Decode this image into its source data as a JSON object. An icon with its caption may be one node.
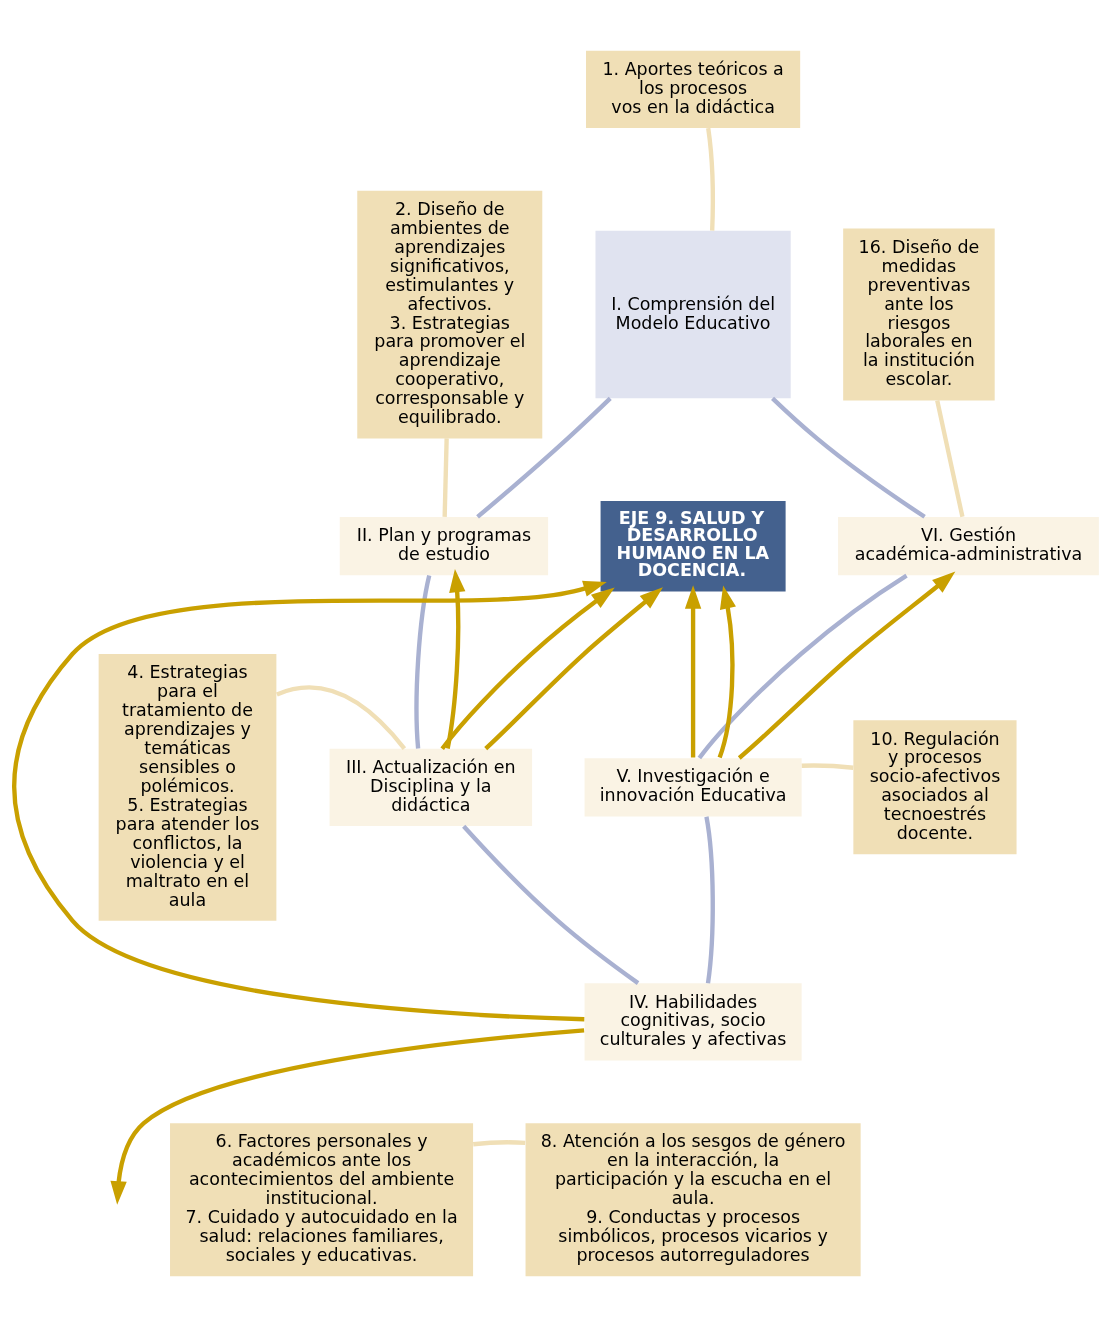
{
  "diagram": {
    "nodes": [
      {
        "text": [
          "1. Aportes teóricos a los procesos",
          "vos en la didáctica"
        ]
      },
      {
        "text": [
          "I. Comprensión del Modelo Educativo"
        ]
      },
      {
        "text": [
          "2. Diseño de ambientes de aprendizajes significativos, estimulantes y afectivos.",
          "3. Estrategias para promover el aprendizaje cooperativo, corresponsable y equilibrado."
        ]
      },
      {
        "text": [
          "II. Plan y programas de estudio"
        ]
      },
      {
        "text": [
          "16. Diseño de medidas preventivas ante los riesgos laborales en la institución escolar."
        ]
      },
      {
        "text": [
          "VI. Gestión académica-administrativa"
        ]
      },
      {
        "text": [
          "EJE 9. SALUD Y DESARROLLO HUMANO EN LA DOCENCIA."
        ]
      },
      {
        "text": [
          "4. Estrategias para el tratamiento de aprendizajes y temáticas sensibles o polémicos.",
          "5. Estrategias para atender los conflictos, la violencia y el maltrato en el aula"
        ]
      },
      {
        "text": [
          "III. Actualización en Disciplina y la didáctica"
        ]
      },
      {
        "text": [
          "V. Investigación e innovación Educativa"
        ]
      },
      {
        "text": [
          "10. Regulación y procesos socio-afectivos asociados al tecnoestrés docente."
        ]
      },
      {
        "text": [
          "IV. Habilidades cognitivas, socio culturales y afectivas"
        ]
      },
      {
        "text": [
          "6. Factores personales y académicos ante los acontecimientos del ambiente institucional.",
          "7. Cuidado y autocuidado en la salud: relaciones familiares, sociales y educativas."
        ]
      },
      {
        "text": [
          "8. Atención a los sesgos de género en la interacción, la participación y la escucha en el aula.",
          "9. Conductas y procesos simbólicos, procesos vicarios y procesos autorreguladores"
        ]
      }
    ],
    "edges": [
      {
        "from": 0,
        "to": 1,
        "arrow": "none",
        "color": "#f0dfb6"
      },
      {
        "from": 2,
        "to": 3,
        "arrow": "none",
        "color": "#f0dfb6"
      },
      {
        "from": 4,
        "to": 5,
        "arrow": "none",
        "color": "#f0dfb6"
      },
      {
        "from": 7,
        "to": 8,
        "arrow": "none",
        "color": "#f0dfb6"
      },
      {
        "from": 9,
        "to": 10,
        "arrow": "none",
        "color": "#f0dfb6"
      },
      {
        "from": 12,
        "to": 13,
        "arrow": "none",
        "color": "#f0dfb6"
      },
      {
        "from": 1,
        "to": 3,
        "arrow": "none",
        "color": "#a9b1d1"
      },
      {
        "from": 3,
        "to": 8,
        "arrow": "none",
        "color": "#a9b1d1"
      },
      {
        "from": 8,
        "to": 11,
        "arrow": "none",
        "color": "#a9b1d1"
      },
      {
        "from": 11,
        "to": 9,
        "arrow": "none",
        "color": "#a9b1d1"
      },
      {
        "from": 9,
        "to": 5,
        "arrow": "none",
        "color": "#a9b1d1"
      },
      {
        "from": 5,
        "to": 1,
        "arrow": "none",
        "color": "#a9b1d1"
      },
      {
        "from": 11,
        "to": 6,
        "arrow": "to",
        "color": "#c9a000"
      },
      {
        "from": 8,
        "to": 6,
        "arrow": "to",
        "color": "#c9a000"
      },
      {
        "from": 8,
        "to": 6,
        "arrow": "to",
        "color": "#c9a000"
      },
      {
        "from": 9,
        "to": 6,
        "arrow": "to",
        "color": "#c9a000"
      },
      {
        "from": 9,
        "to": 6,
        "arrow": "to",
        "color": "#c9a000"
      },
      {
        "from": 8,
        "to": 3,
        "arrow": "to",
        "color": "#c9a000"
      },
      {
        "from": 9,
        "to": 5,
        "arrow": "to",
        "color": "#c9a000"
      },
      {
        "from": 11,
        "to": null,
        "arrow": "to",
        "color": "#c9a000"
      }
    ]
  }
}
